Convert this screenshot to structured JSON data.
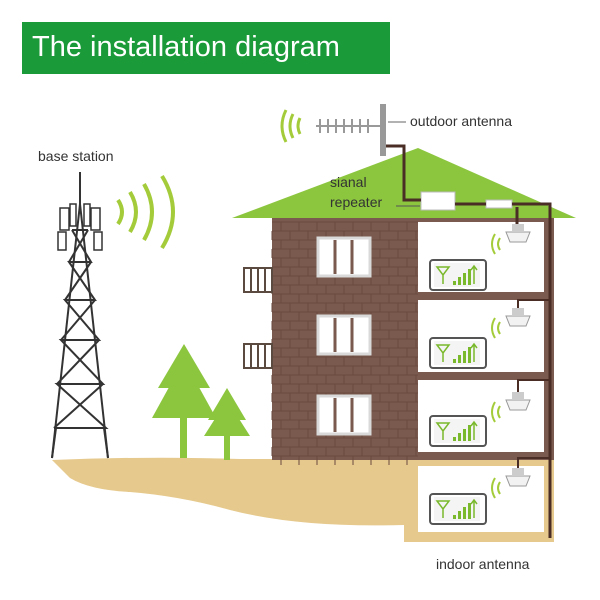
{
  "title": "The installation diagram",
  "labels": {
    "base_station": "base station",
    "outdoor_antenna": "outdoor antenna",
    "signal_repeater_line1": "sianal",
    "signal_repeater_line2": "repeater",
    "indoor_antenna": "indoor antenna"
  },
  "colors": {
    "title_background": "#1b9a3a",
    "roof": "#8cc63f",
    "brick_wall": "#7a5a4e",
    "ground": "#e6c98c",
    "tree": "#8cc63f",
    "signal_waves": "#a4cc3a",
    "cable": "#4a2e26",
    "phone_signal": "#7ab82c"
  },
  "icons": [
    "cell-tower-icon",
    "yagi-antenna-icon",
    "ceiling-antenna-icon",
    "phone-signal-icon",
    "signal-wave-icon",
    "tree-icon"
  ]
}
